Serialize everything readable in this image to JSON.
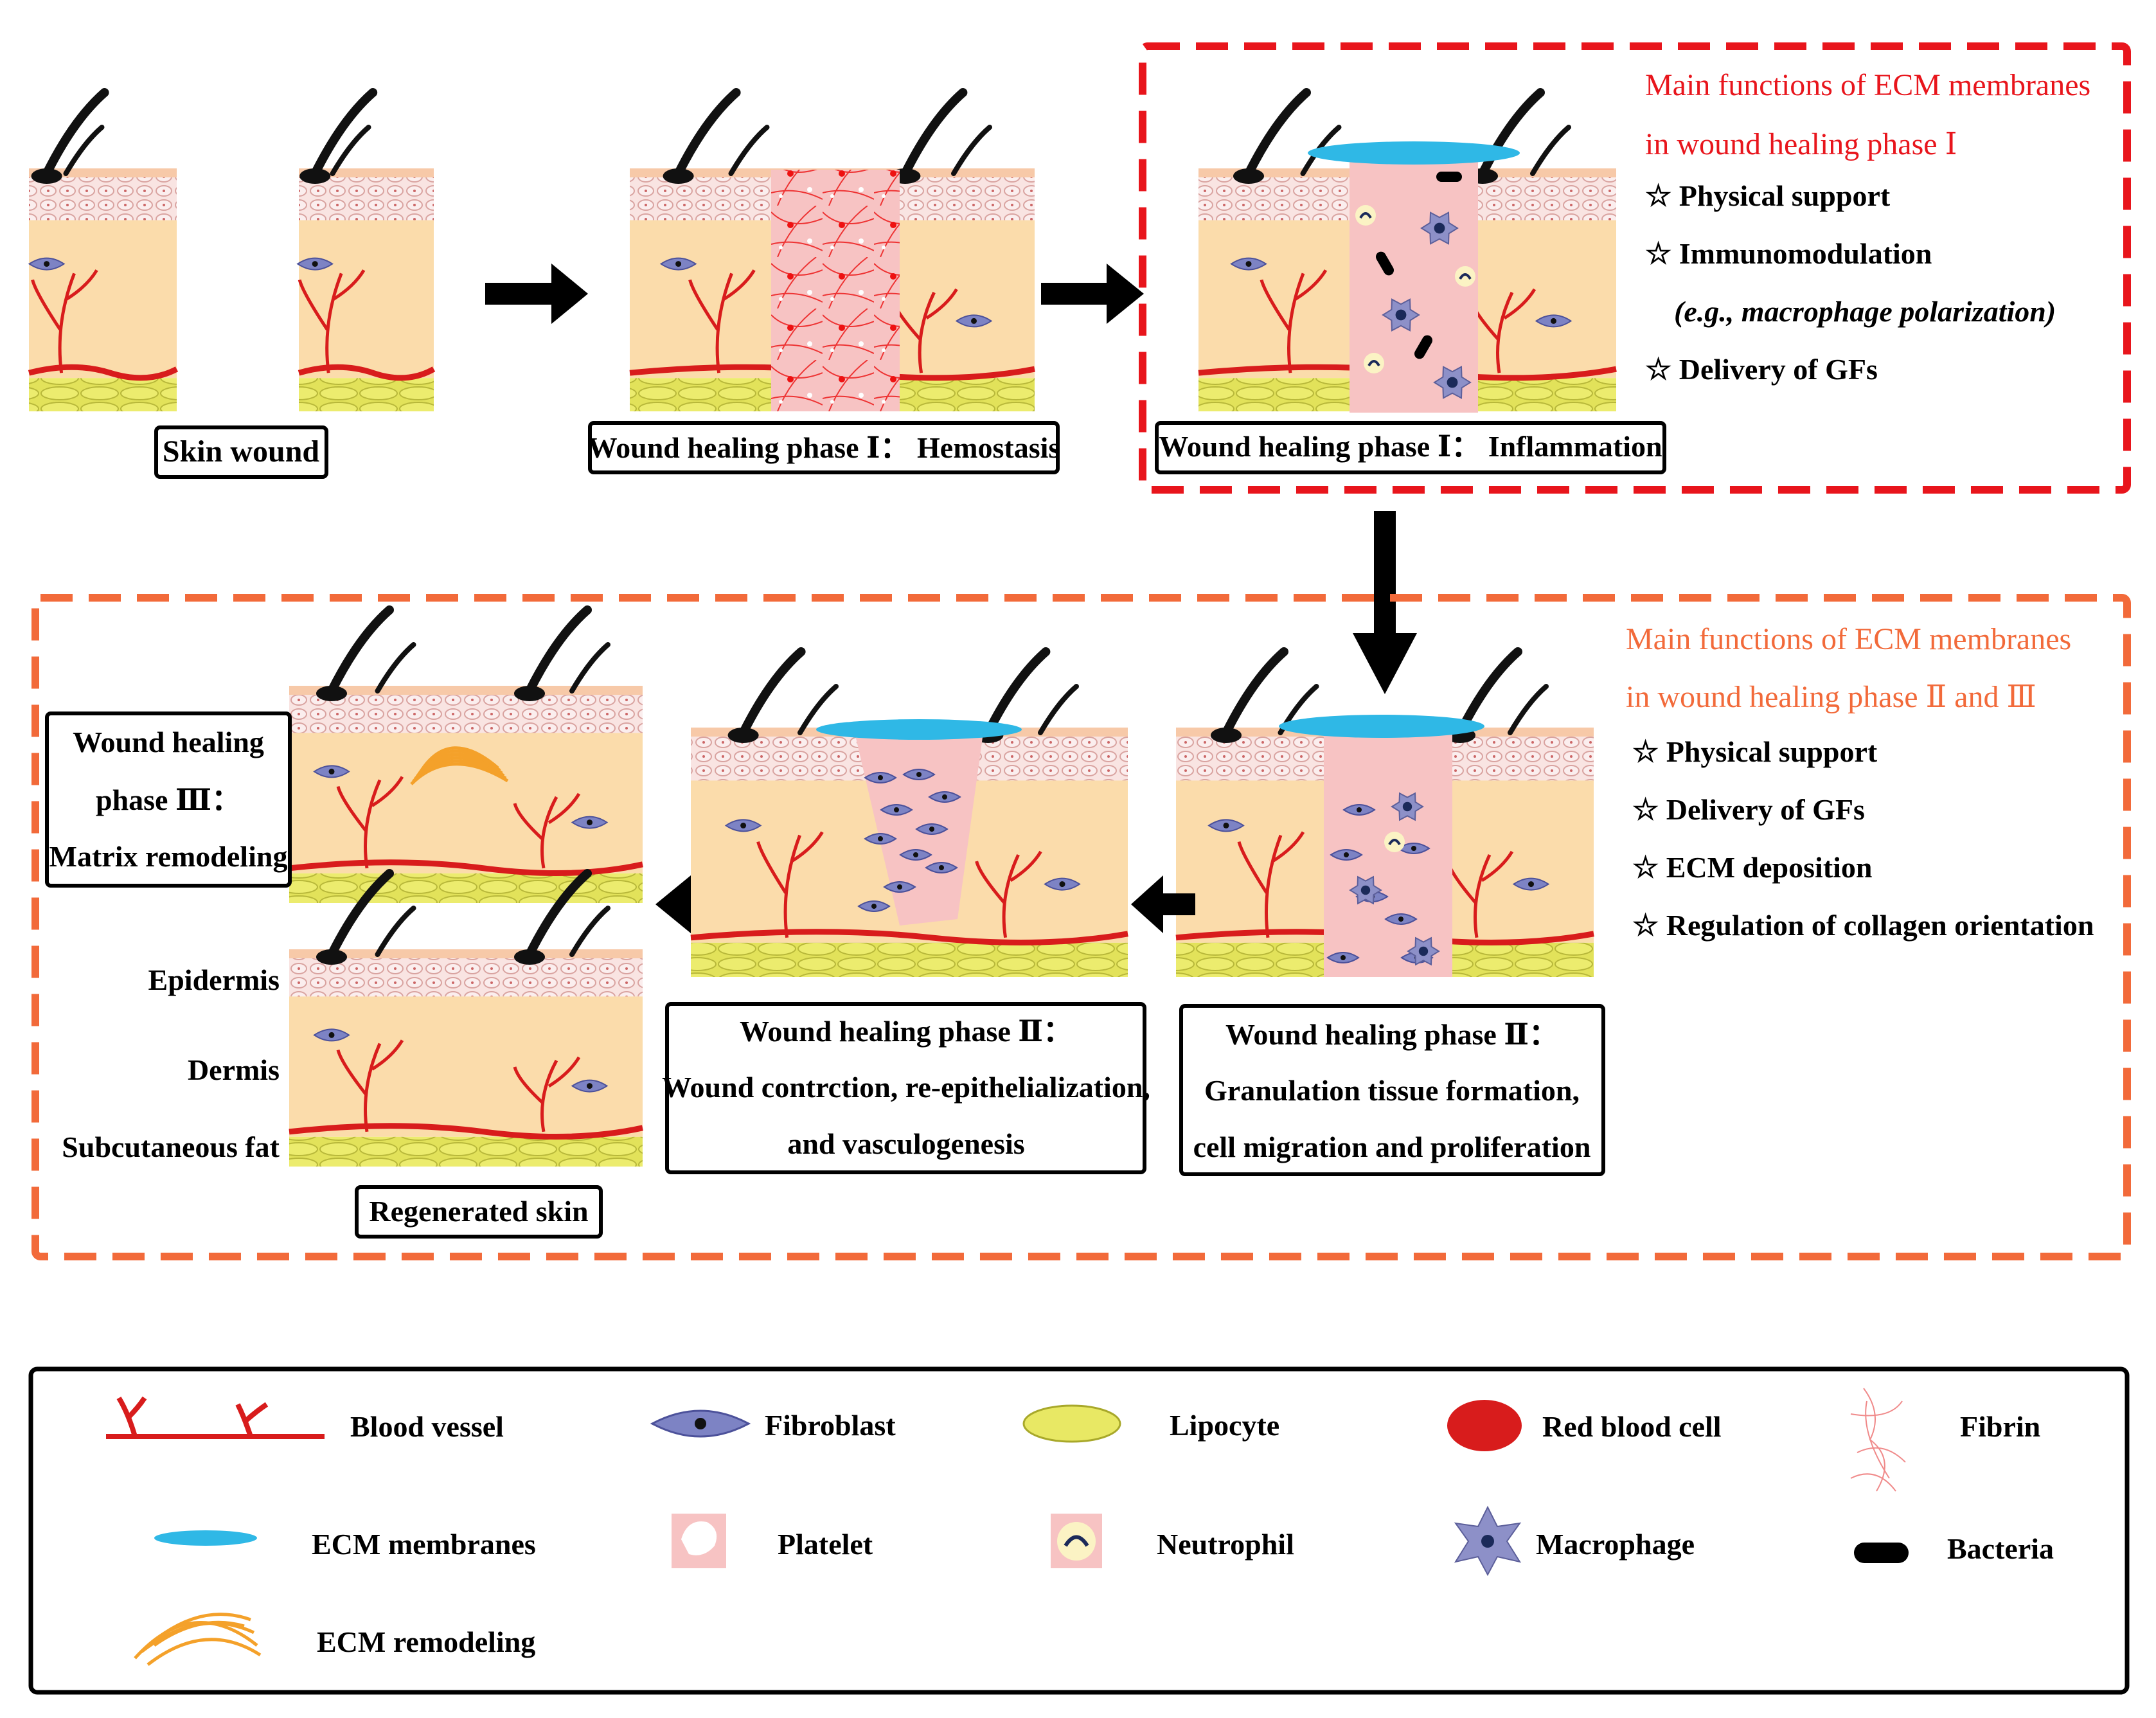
{
  "captions": {
    "skin_wound": "Skin wound",
    "hemostasis": "Wound healing phase Ⅰ：  Hemostasis",
    "inflammation": "Wound healing phase Ⅰ：  Inflammation",
    "granulation_l1": "Wound healing phase Ⅱ：",
    "granulation_l2": "Granulation tissue formation,",
    "granulation_l3": "cell migration and proliferation",
    "contraction_l1": "Wound healing phase Ⅱ：",
    "contraction_l2": "Wound contrction, re-epithelialization,",
    "contraction_l3": "and vasculogenesis",
    "remodeling_l1": "Wound healing",
    "remodeling_l2": "phase Ⅲ：",
    "remodeling_l3": "Matrix remodeling",
    "regenerated": "Regenerated skin"
  },
  "layers": {
    "epidermis": "Epidermis",
    "dermis": "Dermis",
    "fat": "Subcutaneous fat"
  },
  "phase1_box": {
    "title_l1": "Main functions of ECM membranes",
    "title_l2": "in wound healing phase Ⅰ",
    "items": [
      "☆ Physical support",
      "☆ Immunomodulation",
      "(e.g.,  macrophage polarization)",
      "☆ Delivery of GFs"
    ]
  },
  "phase23_box": {
    "title_l1": "Main functions of  ECM membranes",
    "title_l2": "in wound healing phase Ⅱ and Ⅲ",
    "items": [
      "☆ Physical support",
      "☆ Delivery of GFs",
      "☆ ECM deposition",
      "☆ Regulation of collagen orientation"
    ]
  },
  "legend": {
    "blood_vessel": "Blood vessel",
    "fibroblast": "Fibroblast",
    "lipocyte": "Lipocyte",
    "red_blood_cell": "Red blood cell",
    "fibrin": "Fibrin",
    "ecm_membranes": "ECM membranes",
    "platelet": "Platelet",
    "neutrophil": "Neutrophil",
    "macrophage": "Macrophage",
    "bacteria": "Bacteria",
    "ecm_remodeling": "ECM remodeling"
  },
  "colors": {
    "skin": "#fbdcab",
    "epidermis": "#f9e4e2",
    "epidermis_top": "#f7c9a8",
    "fat": "#e8e864",
    "vessel": "#d81c1c",
    "wound": "#f7c3c3",
    "ecm": "#2fb8e6",
    "fibroblast": "#7d83c4",
    "red_box": "#e8151c",
    "orange_box": "#f26a3a",
    "remodeling": "#f4a12a"
  }
}
